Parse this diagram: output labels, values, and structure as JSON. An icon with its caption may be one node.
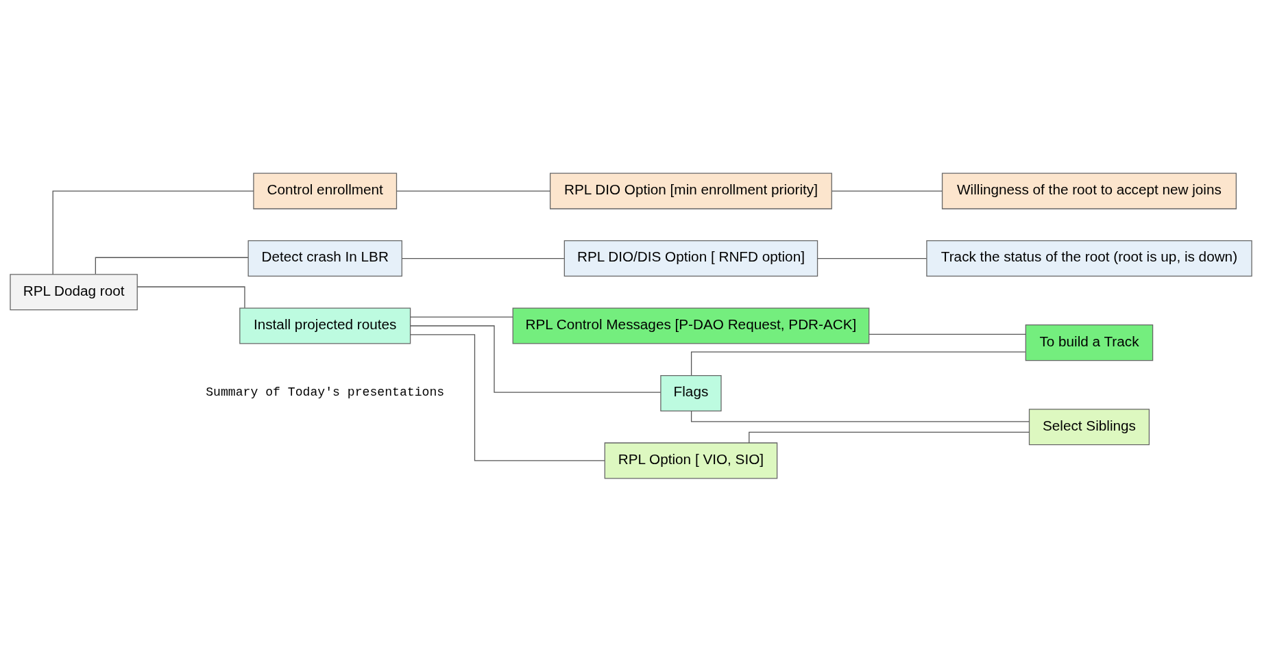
{
  "diagram": {
    "nodes": [
      {
        "text": [
          "RPL Dodag root"
        ]
      },
      {
        "text": [
          "Control enrollment"
        ]
      },
      {
        "text": [
          "RPL DIO Option [min enrollment priority]"
        ]
      },
      {
        "text": [
          "Willingness of the root to accept new joins"
        ]
      },
      {
        "text": [
          "Detect crash In LBR"
        ]
      },
      {
        "text": [
          "RPL DIO/DIS Option [ RNFD option]"
        ]
      },
      {
        "text": [
          "Track the status of the root (root is up, is down)"
        ]
      },
      {
        "text": [
          "Install projected routes"
        ]
      },
      {
        "text": [
          "RPL Control Messages [P-DAO Request, PDR-ACK]"
        ]
      },
      {
        "text": [
          "To build a Track"
        ]
      },
      {
        "text": [
          "Flags"
        ]
      },
      {
        "text": [
          "Select Siblings"
        ]
      },
      {
        "text": [
          "RPL Option [ VIO, SIO]"
        ]
      }
    ],
    "edges": [
      {
        "from": 0,
        "to": 1,
        "arrow": "none"
      },
      {
        "from": 0,
        "to": 4,
        "arrow": "none"
      },
      {
        "from": 0,
        "to": 7,
        "arrow": "none"
      },
      {
        "from": 1,
        "to": 2,
        "arrow": "none"
      },
      {
        "from": 2,
        "to": 3,
        "arrow": "none"
      },
      {
        "from": 4,
        "to": 5,
        "arrow": "none"
      },
      {
        "from": 5,
        "to": 6,
        "arrow": "none"
      },
      {
        "from": 7,
        "to": 8,
        "arrow": "none"
      },
      {
        "from": 7,
        "to": 10,
        "arrow": "none"
      },
      {
        "from": 7,
        "to": 12,
        "arrow": "none"
      },
      {
        "from": 8,
        "to": 9,
        "arrow": "none"
      },
      {
        "from": 10,
        "to": 9,
        "arrow": "none"
      },
      {
        "from": 10,
        "to": 11,
        "arrow": "none"
      },
      {
        "from": 12,
        "to": 11,
        "arrow": "none"
      }
    ],
    "labels": [
      "Summary of Today's presentations"
    ]
  }
}
